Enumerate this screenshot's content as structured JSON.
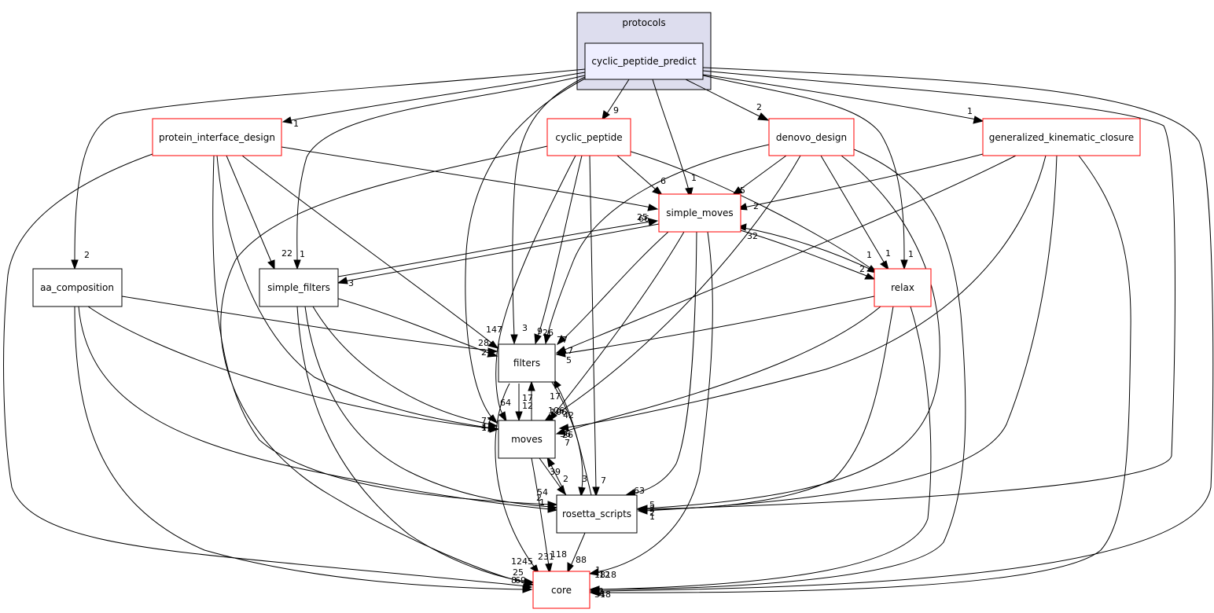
{
  "cluster": {
    "label": "protocols"
  },
  "nodes": {
    "cyclic_peptide_predict": {
      "label": "cyclic_peptide_predict",
      "color": "#000000",
      "fill": "#eeeeff"
    },
    "protein_interface_design": {
      "label": "protein_interface_design",
      "color": "#ff0000"
    },
    "cyclic_peptide": {
      "label": "cyclic_peptide",
      "color": "#ff0000"
    },
    "denovo_design": {
      "label": "denovo_design",
      "color": "#ff0000"
    },
    "generalized_kinematic_closure": {
      "label": "generalized_kinematic_closure",
      "color": "#ff0000"
    },
    "simple_moves": {
      "label": "simple_moves",
      "color": "#ff0000"
    },
    "aa_composition": {
      "label": "aa_composition",
      "color": "#000000"
    },
    "simple_filters": {
      "label": "simple_filters",
      "color": "#000000"
    },
    "relax": {
      "label": "relax",
      "color": "#ff0000"
    },
    "filters": {
      "label": "filters",
      "color": "#000000"
    },
    "moves": {
      "label": "moves",
      "color": "#000000"
    },
    "rosetta_scripts": {
      "label": "rosetta_scripts",
      "color": "#000000"
    },
    "core": {
      "label": "core",
      "color": "#ff0000"
    }
  },
  "edges": [
    {
      "from": "cyclic_peptide_predict",
      "to": "protein_interface_design",
      "label": "1"
    },
    {
      "from": "cyclic_peptide_predict",
      "to": "cyclic_peptide",
      "label": "9"
    },
    {
      "from": "cyclic_peptide_predict",
      "to": "denovo_design",
      "label": "2"
    },
    {
      "from": "cyclic_peptide_predict",
      "to": "generalized_kinematic_closure",
      "label": "1"
    },
    {
      "from": "cyclic_peptide_predict",
      "to": "simple_moves",
      "label": "1"
    },
    {
      "from": "cyclic_peptide_predict",
      "to": "aa_composition",
      "label": "2"
    },
    {
      "from": "cyclic_peptide_predict",
      "to": "simple_filters",
      "label": "1"
    },
    {
      "from": "cyclic_peptide_predict",
      "to": "relax",
      "label": "1"
    },
    {
      "from": "cyclic_peptide_predict",
      "to": "filters",
      "label": "3"
    },
    {
      "from": "cyclic_peptide_predict",
      "to": "moves",
      "label": ""
    },
    {
      "from": "cyclic_peptide_predict",
      "to": "rosetta_scripts",
      "label": ""
    },
    {
      "from": "cyclic_peptide_predict",
      "to": "core",
      "label": ""
    },
    {
      "from": "protein_interface_design",
      "to": "simple_moves",
      "label": "66"
    },
    {
      "from": "protein_interface_design",
      "to": "simple_filters",
      "label": "22"
    },
    {
      "from": "protein_interface_design",
      "to": "filters",
      "label": "147"
    },
    {
      "from": "protein_interface_design",
      "to": "moves",
      "label": ""
    },
    {
      "from": "protein_interface_design",
      "to": "rosetta_scripts",
      "label": ""
    },
    {
      "from": "protein_interface_design",
      "to": "core",
      "label": ""
    },
    {
      "from": "cyclic_peptide",
      "to": "simple_moves",
      "label": "6"
    },
    {
      "from": "cyclic_peptide",
      "to": "relax",
      "label": ""
    },
    {
      "from": "cyclic_peptide",
      "to": "filters",
      "label": "9"
    },
    {
      "from": "cyclic_peptide",
      "to": "moves",
      "label": ""
    },
    {
      "from": "cyclic_peptide",
      "to": "rosetta_scripts",
      "label": "7"
    },
    {
      "from": "cyclic_peptide",
      "to": "core",
      "label": ""
    },
    {
      "from": "denovo_design",
      "to": "simple_moves",
      "label": "5"
    },
    {
      "from": "denovo_design",
      "to": "relax",
      "label": "1"
    },
    {
      "from": "denovo_design",
      "to": "filters",
      "label": "26"
    },
    {
      "from": "denovo_design",
      "to": "moves",
      "label": ""
    },
    {
      "from": "denovo_design",
      "to": "rosetta_scripts",
      "label": ""
    },
    {
      "from": "denovo_design",
      "to": "core",
      "label": ""
    },
    {
      "from": "generalized_kinematic_closure",
      "to": "simple_moves",
      "label": "2"
    },
    {
      "from": "generalized_kinematic_closure",
      "to": "filters",
      "label": "7"
    },
    {
      "from": "generalized_kinematic_closure",
      "to": "moves",
      "label": ""
    },
    {
      "from": "generalized_kinematic_closure",
      "to": "rosetta_scripts",
      "label": ""
    },
    {
      "from": "generalized_kinematic_closure",
      "to": "core",
      "label": ""
    },
    {
      "from": "simple_moves",
      "to": "simple_filters",
      "label": "3"
    },
    {
      "from": "simple_moves",
      "to": "relax",
      "label": "2"
    },
    {
      "from": "simple_moves",
      "to": "filters",
      "label": "77"
    },
    {
      "from": "simple_moves",
      "to": "moves",
      "label": "106"
    },
    {
      "from": "simple_moves",
      "to": "rosetta_scripts",
      "label": "63"
    },
    {
      "from": "simple_moves",
      "to": "core",
      "label": "1818"
    },
    {
      "from": "simple_filters",
      "to": "simple_moves",
      "label": "25"
    },
    {
      "from": "simple_filters",
      "to": "filters",
      "label": "28"
    },
    {
      "from": "simple_filters",
      "to": "moves",
      "label": "77"
    },
    {
      "from": "simple_filters",
      "to": "rosetta_scripts",
      "label": ""
    },
    {
      "from": "simple_filters",
      "to": "core",
      "label": "1245"
    },
    {
      "from": "relax",
      "to": "simple_moves",
      "label": "32"
    },
    {
      "from": "relax",
      "to": "filters",
      "label": "5"
    },
    {
      "from": "relax",
      "to": "moves",
      "label": "36"
    },
    {
      "from": "relax",
      "to": "rosetta_scripts",
      "label": ""
    },
    {
      "from": "relax",
      "to": "core",
      "label": ""
    },
    {
      "from": "aa_composition",
      "to": "filters",
      "label": "2"
    },
    {
      "from": "aa_composition",
      "to": "moves",
      "label": "1"
    },
    {
      "from": "aa_composition",
      "to": "rosetta_scripts",
      "label": ""
    },
    {
      "from": "aa_composition",
      "to": "core",
      "label": "25"
    },
    {
      "from": "filters",
      "to": "moves",
      "label": "12"
    },
    {
      "from": "filters",
      "to": "rosetta_scripts",
      "label": "3"
    },
    {
      "from": "filters",
      "to": "core",
      "label": "231"
    },
    {
      "from": "moves",
      "to": "filters",
      "label": "17"
    },
    {
      "from": "moves",
      "to": "rosetta_scripts",
      "label": "2"
    },
    {
      "from": "moves",
      "to": "core",
      "label": "118"
    },
    {
      "from": "rosetta_scripts",
      "to": "filters",
      "label": "42"
    },
    {
      "from": "rosetta_scripts",
      "to": "moves",
      "label": "39"
    },
    {
      "from": "rosetta_scripts",
      "to": "core",
      "label": "88"
    }
  ],
  "extra_labels": [
    "64",
    "17",
    "7",
    "1",
    "4",
    "54",
    "2",
    "1",
    "2",
    "1",
    "8",
    "1",
    "69",
    "12",
    "2",
    "5",
    "348",
    "2",
    "1",
    "7",
    "106",
    "26"
  ]
}
